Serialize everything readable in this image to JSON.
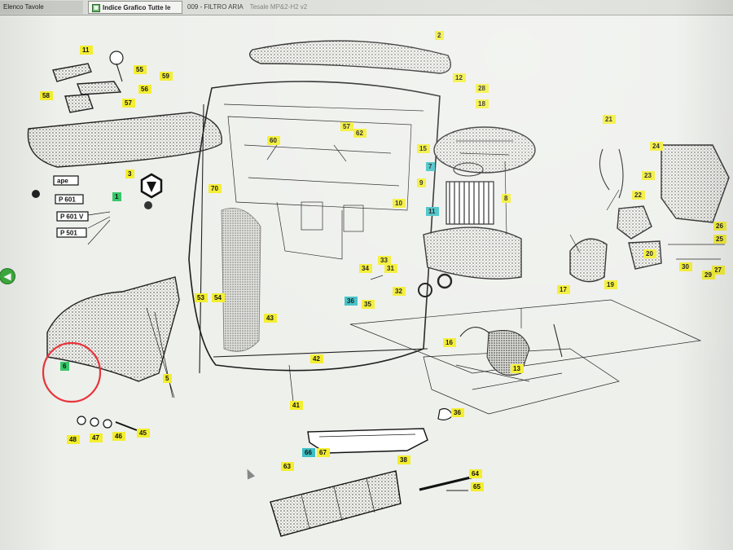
{
  "tabs": [
    {
      "label": "Elenco Tavole",
      "active": false
    },
    {
      "label": "Indice Grafico Tutte le",
      "active": true
    },
    {
      "label": "009 - FILTRO ARIA",
      "active": false
    }
  ],
  "page_caption": "Tesale MP&2-H2 v2",
  "colors": {
    "highlight_yellow": "#f3ee2f",
    "highlight_green": "#37c76a",
    "highlight_cyan": "#3bbfc4",
    "circle_red": "#e8343b",
    "nav_green": "#3fae3f"
  },
  "nav": {
    "back_icon": "arrow-left-icon"
  },
  "model_badges": [
    "ape",
    "P 601",
    "P 601 V",
    "P 501"
  ],
  "callouts": [
    {
      "n": "2",
      "hl": "y"
    },
    {
      "n": "11",
      "hl": "y"
    },
    {
      "n": "55",
      "hl": "y"
    },
    {
      "n": "59",
      "hl": "y"
    },
    {
      "n": "56",
      "hl": "y"
    },
    {
      "n": "58",
      "hl": "y"
    },
    {
      "n": "57",
      "hl": "y"
    },
    {
      "n": "57",
      "hl": "y"
    },
    {
      "n": "62",
      "hl": "y"
    },
    {
      "n": "60",
      "hl": "y"
    },
    {
      "n": "12",
      "hl": "y"
    },
    {
      "n": "28",
      "hl": "y"
    },
    {
      "n": "18",
      "hl": "y"
    },
    {
      "n": "15",
      "hl": "y"
    },
    {
      "n": "7",
      "hl": "c"
    },
    {
      "n": "9",
      "hl": "y"
    },
    {
      "n": "10",
      "hl": "y"
    },
    {
      "n": "8",
      "hl": "y"
    },
    {
      "n": "11",
      "hl": "c"
    },
    {
      "n": "3",
      "hl": "y"
    },
    {
      "n": "1",
      "hl": "g"
    },
    {
      "n": "70",
      "hl": "y"
    },
    {
      "n": "33",
      "hl": "y"
    },
    {
      "n": "34",
      "hl": "y"
    },
    {
      "n": "31",
      "hl": "y"
    },
    {
      "n": "32",
      "hl": "y"
    },
    {
      "n": "36",
      "hl": "c"
    },
    {
      "n": "35",
      "hl": "y"
    },
    {
      "n": "53",
      "hl": "y"
    },
    {
      "n": "54",
      "hl": "y"
    },
    {
      "n": "43",
      "hl": "y"
    },
    {
      "n": "42",
      "hl": "y"
    },
    {
      "n": "21",
      "hl": "y"
    },
    {
      "n": "24",
      "hl": "y"
    },
    {
      "n": "23",
      "hl": "y"
    },
    {
      "n": "22",
      "hl": "y"
    },
    {
      "n": "26",
      "hl": "y"
    },
    {
      "n": "25",
      "hl": "y"
    },
    {
      "n": "20",
      "hl": "y"
    },
    {
      "n": "19",
      "hl": "y"
    },
    {
      "n": "30",
      "hl": "y"
    },
    {
      "n": "27",
      "hl": "y"
    },
    {
      "n": "29",
      "hl": "y"
    },
    {
      "n": "17",
      "hl": "y"
    },
    {
      "n": "16",
      "hl": "y"
    },
    {
      "n": "13",
      "hl": "y"
    },
    {
      "n": "6",
      "hl": "g"
    },
    {
      "n": "5",
      "hl": "y"
    },
    {
      "n": "48",
      "hl": "y"
    },
    {
      "n": "47",
      "hl": "y"
    },
    {
      "n": "46",
      "hl": "y"
    },
    {
      "n": "45",
      "hl": "y"
    },
    {
      "n": "41",
      "hl": "y"
    },
    {
      "n": "36",
      "hl": "y"
    },
    {
      "n": "38",
      "hl": "y"
    },
    {
      "n": "66",
      "hl": "c"
    },
    {
      "n": "67",
      "hl": "y"
    },
    {
      "n": "63",
      "hl": "y"
    },
    {
      "n": "64",
      "hl": "y"
    },
    {
      "n": "65",
      "hl": "y"
    }
  ]
}
